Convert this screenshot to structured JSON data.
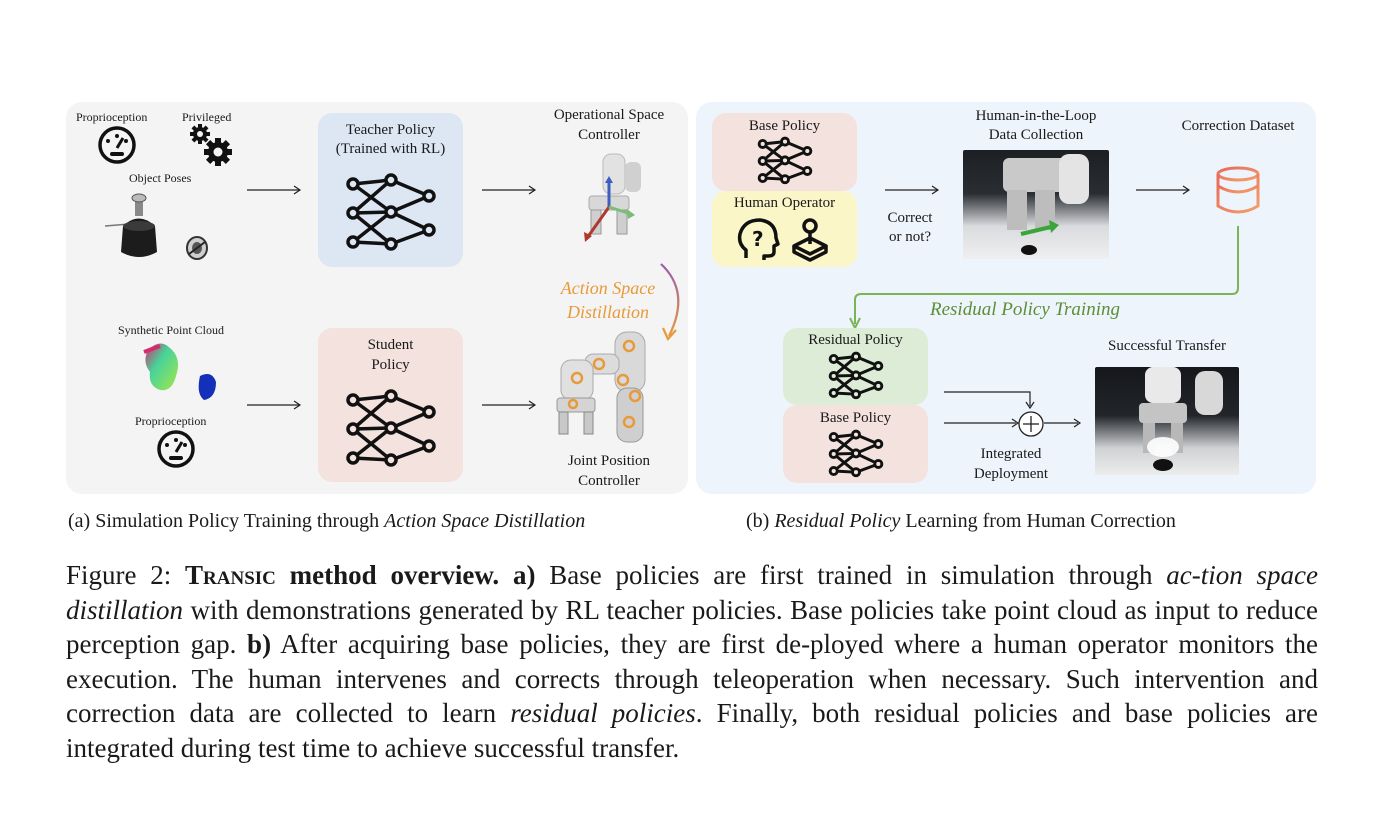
{
  "panel_a": {
    "proprioception_top": "Proprioception",
    "privileged": "Privileged",
    "object_poses": "Object Poses",
    "teacher_policy_line1": "Teacher Policy",
    "teacher_policy_line2": "(Trained with RL)",
    "osc_line1": "Operational Space",
    "osc_line2": "Controller",
    "action_space_line1": "Action Space",
    "action_space_line2": "Distillation",
    "synthetic_point_cloud": "Synthetic Point Cloud",
    "proprioception_bottom": "Proprioception",
    "student_line1": "Student",
    "student_line2": "Policy",
    "joint_line1": "Joint Position",
    "joint_line2": "Controller"
  },
  "panel_b": {
    "base_policy_top": "Base Policy",
    "human_operator": "Human Operator",
    "correct_line1": "Correct",
    "correct_line2": "or not?",
    "hitl_line1": "Human-in-the-Loop",
    "hitl_line2": "Data Collection",
    "correction_dataset": "Correction Dataset",
    "residual_policy_training": "Residual Policy Training",
    "residual_policy": "Residual Policy",
    "base_policy_bottom": "Base Policy",
    "integrated_line1": "Integrated",
    "integrated_line2": "Deployment",
    "successful_transfer": "Successful Transfer"
  },
  "subcaptions": {
    "a_prefix": "(a) Simulation Policy Training through ",
    "a_italic": "Action Space Distillation",
    "b_prefix": "(b) ",
    "b_italic": "Residual Policy",
    "b_suffix": " Learning from Human Correction"
  },
  "caption": {
    "fig_label": "Figure 2: ",
    "name": "Transic",
    "title": " method overview.",
    "a_label": " a)",
    "t1": " Base policies are first trained in simulation through ",
    "t1_it": "ac-tion space distillation",
    "t2": " with demonstrations generated by RL teacher policies. Base policies take point cloud as input to reduce perception gap. ",
    "b_label": "b)",
    "t3": " After acquiring base policies, they are first de-ployed where a human operator monitors the execution. The human intervenes and corrects through teleoperation when necessary. Such intervention and correction data are collected to learn ",
    "t3_it": "residual policies",
    "t4": ". Finally, both residual policies and base policies are integrated during test time to achieve successful transfer."
  },
  "colors": {
    "teacher_box": "#dde6f3",
    "student_box": "#f3e2de",
    "base_box": "#f3e2de",
    "human_box": "#fbf6c8",
    "residual_box": "#ddecd6",
    "orange_accent": "#e79a3a",
    "green_accent": "#5b8f37"
  }
}
